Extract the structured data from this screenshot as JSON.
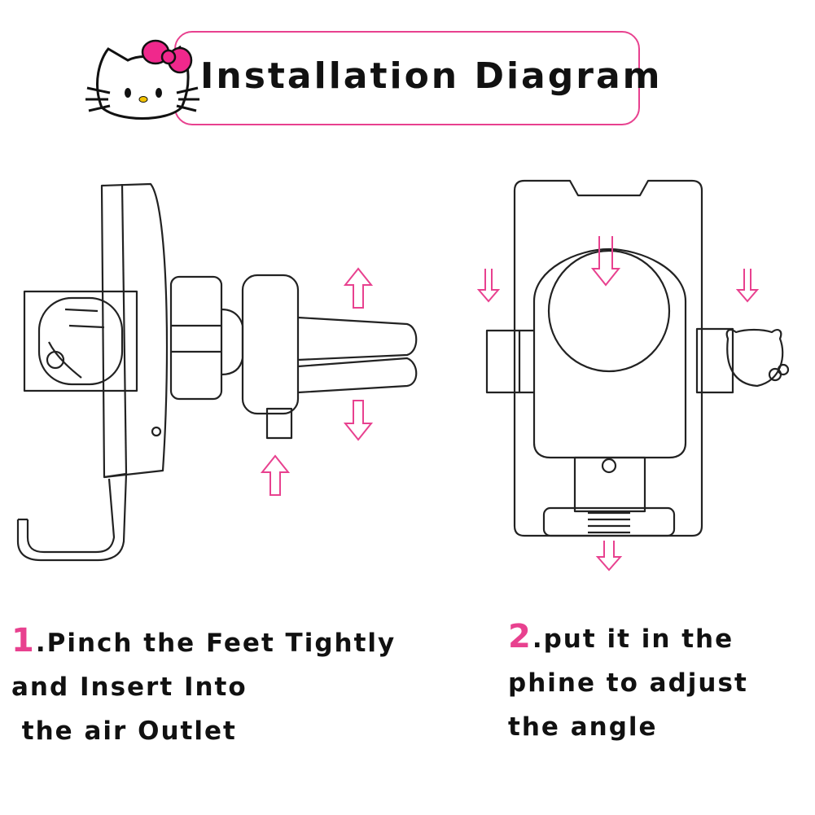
{
  "header": {
    "title": "Installation Diagram",
    "logo_icon": "hello-kitty-head-icon"
  },
  "steps": [
    {
      "number": "1",
      "lines": [
        ".Pinch the Feet Tightly",
        "and Insert Into",
        " the air Outlet"
      ]
    },
    {
      "number": "2",
      "lines": [
        ".put it in the",
        "phine to adjust",
        "the angle"
      ]
    }
  ],
  "colors": {
    "accent": "#e8418f",
    "text": "#111111",
    "line_art": "#222222"
  }
}
